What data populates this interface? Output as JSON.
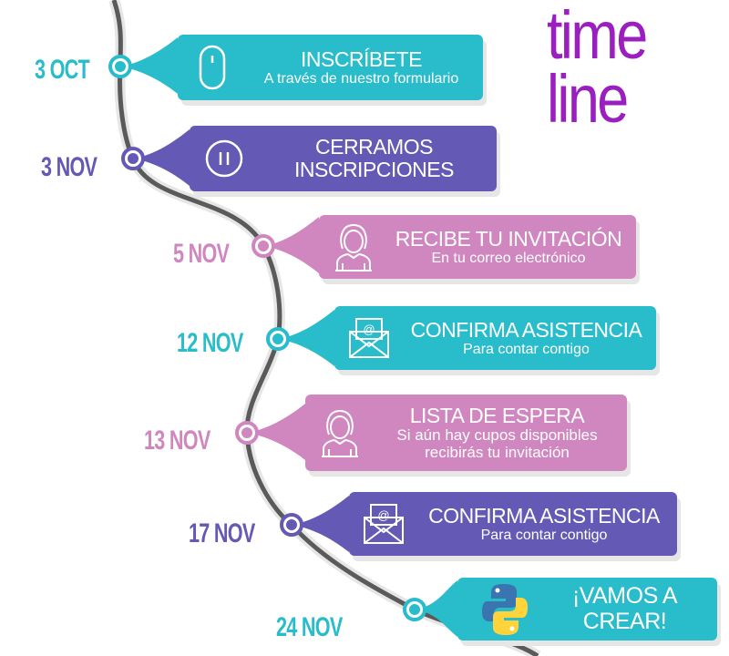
{
  "logo": {
    "line1": "time",
    "line2": "line"
  },
  "colors": {
    "teal": "#29bccb",
    "purple": "#6459b4",
    "pink": "#d087c0",
    "logo": "#9b1fbf",
    "track": "#5a5a5a"
  },
  "events": [
    {
      "date": "3 OCT",
      "title": "INSCRÍBETE",
      "subtitle": "A través de nuestro  formulario",
      "icon": "mouse-icon"
    },
    {
      "date": "3 NOV",
      "title": "CERRAMOS",
      "title2": "INSCRIPCIONES",
      "icon": "pause-icon"
    },
    {
      "date": "5 NOV",
      "title": "RECIBE TU INVITACIÓN",
      "subtitle": "En tu correo electrónico",
      "icon": "person-icon"
    },
    {
      "date": "12 NOV",
      "title": "CONFIRMA ASISTENCIA",
      "subtitle": "Para contar contigo",
      "icon": "envelope-icon"
    },
    {
      "date": "13 NOV",
      "title": "LISTA DE ESPERA",
      "subtitle": "Si aún hay cupos disponibles",
      "subtitle2": "recibirás tu invitación",
      "icon": "person-icon"
    },
    {
      "date": "17 NOV",
      "title": "CONFIRMA ASISTENCIA",
      "subtitle": "Para contar contigo",
      "icon": "envelope-icon"
    },
    {
      "date": "24 NOV",
      "title": "¡VAMOS A",
      "title2": "CREAR!",
      "icon": "python-logo-icon"
    }
  ]
}
